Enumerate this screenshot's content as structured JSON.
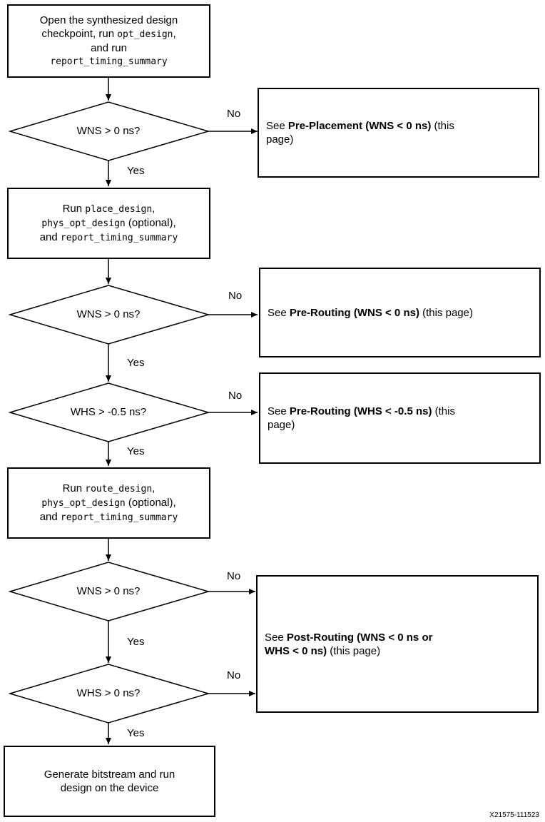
{
  "nodes": {
    "start": {
      "l1": "Open the synthesized design",
      "l2": "checkpoint, run ",
      "c2": "opt_design",
      "t2": ",",
      "l3": "and run",
      "c4": "report_timing_summary"
    },
    "place": {
      "t1": "Run ",
      "c1": "place_design",
      "t1b": ",",
      "c2": "phys_opt_design",
      "t2": " (optional),",
      "t3": "and ",
      "c3": "report_timing_summary"
    },
    "route": {
      "t1": "Run ",
      "c1": "route_design",
      "t1b": ",",
      "c2": "phys_opt_design",
      "t2": " (optional),",
      "t3": "and ",
      "c3": "report_timing_summary"
    },
    "gen": {
      "l1": "Generate bitstream and run",
      "l2": "design on the device"
    }
  },
  "decisions": {
    "d1": "WNS > 0 ns?",
    "d2": "WNS > 0 ns?",
    "d3": "WHS > -0.5 ns?",
    "d4": "WNS > 0 ns?",
    "d5": "WHS > 0 ns?"
  },
  "results": {
    "r1": {
      "see": "See ",
      "bold": "Pre-Placement (WNS < 0 ns)",
      "rest": " (this",
      "l2": "page)"
    },
    "r2": {
      "see": "See ",
      "bold": "Pre-Routing (WNS < 0 ns)",
      "rest": " (this page)"
    },
    "r3": {
      "see": "See ",
      "bold": "Pre-Routing (WHS < -0.5 ns)",
      "rest": " (this",
      "l2": "page)"
    },
    "r4": {
      "see": "See ",
      "bold1": "Post-Routing (WNS < 0 ns or",
      "bold2": "WHS < 0 ns)",
      "rest": " (this page)"
    }
  },
  "edge_labels": {
    "yes": "Yes",
    "no": "No"
  },
  "figure_id": "X21575-111523"
}
